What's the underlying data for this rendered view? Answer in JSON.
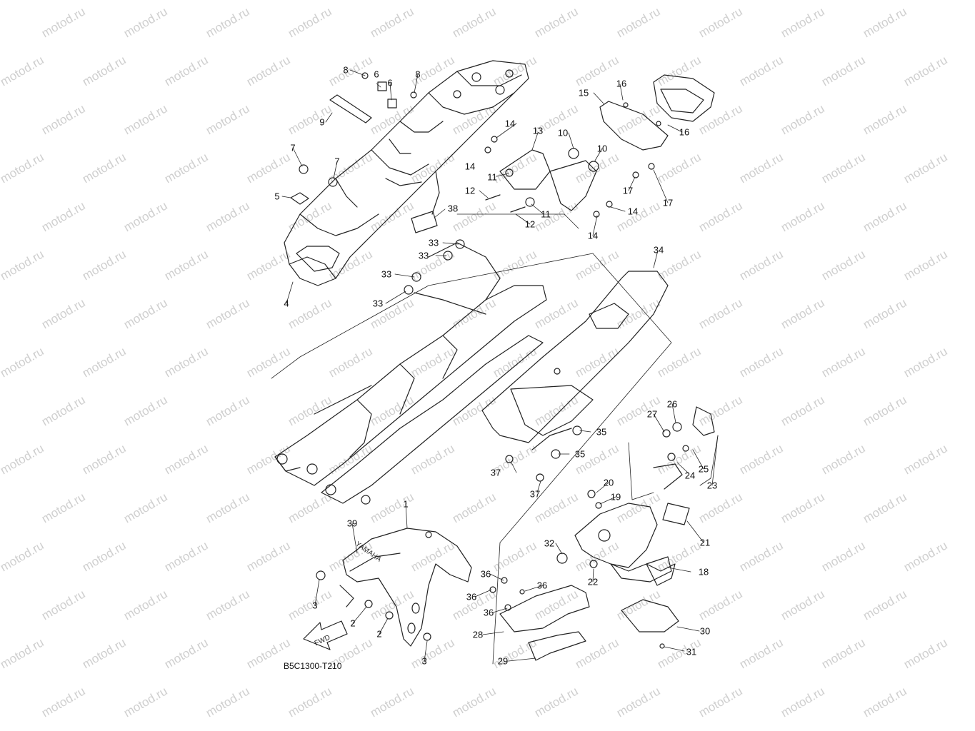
{
  "watermark": "motod.ru",
  "diagram_code": "B5C1300-T210",
  "fwd_label": "FWD",
  "brand_label": "YAMAHA",
  "callouts": [
    {
      "id": "c1",
      "text": "1"
    },
    {
      "id": "c2a",
      "text": "2"
    },
    {
      "id": "c2b",
      "text": "2"
    },
    {
      "id": "c3a",
      "text": "3"
    },
    {
      "id": "c3b",
      "text": "3"
    },
    {
      "id": "c4",
      "text": "4"
    },
    {
      "id": "c5",
      "text": "5"
    },
    {
      "id": "c6a",
      "text": "6"
    },
    {
      "id": "c6b",
      "text": "6"
    },
    {
      "id": "c7a",
      "text": "7"
    },
    {
      "id": "c7b",
      "text": "7"
    },
    {
      "id": "c8a",
      "text": "8"
    },
    {
      "id": "c8b",
      "text": "8"
    },
    {
      "id": "c9",
      "text": "9"
    },
    {
      "id": "c10a",
      "text": "10"
    },
    {
      "id": "c10b",
      "text": "10"
    },
    {
      "id": "c11a",
      "text": "11"
    },
    {
      "id": "c11b",
      "text": "11"
    },
    {
      "id": "c12a",
      "text": "12"
    },
    {
      "id": "c12b",
      "text": "12"
    },
    {
      "id": "c13",
      "text": "13"
    },
    {
      "id": "c14a",
      "text": "14"
    },
    {
      "id": "c14b",
      "text": "14"
    },
    {
      "id": "c14c",
      "text": "14"
    },
    {
      "id": "c14d",
      "text": "14"
    },
    {
      "id": "c15",
      "text": "15"
    },
    {
      "id": "c16a",
      "text": "16"
    },
    {
      "id": "c16b",
      "text": "16"
    },
    {
      "id": "c17a",
      "text": "17"
    },
    {
      "id": "c17b",
      "text": "17"
    },
    {
      "id": "c18",
      "text": "18"
    },
    {
      "id": "c19",
      "text": "19"
    },
    {
      "id": "c20",
      "text": "20"
    },
    {
      "id": "c21",
      "text": "21"
    },
    {
      "id": "c22",
      "text": "22"
    },
    {
      "id": "c23",
      "text": "23"
    },
    {
      "id": "c24",
      "text": "24"
    },
    {
      "id": "c25",
      "text": "25"
    },
    {
      "id": "c26",
      "text": "26"
    },
    {
      "id": "c27",
      "text": "27"
    },
    {
      "id": "c28",
      "text": "28"
    },
    {
      "id": "c29",
      "text": "29"
    },
    {
      "id": "c30",
      "text": "30"
    },
    {
      "id": "c31",
      "text": "31"
    },
    {
      "id": "c32",
      "text": "32"
    },
    {
      "id": "c33a",
      "text": "33"
    },
    {
      "id": "c33b",
      "text": "33"
    },
    {
      "id": "c33c",
      "text": "33"
    },
    {
      "id": "c33d",
      "text": "33"
    },
    {
      "id": "c34",
      "text": "34"
    },
    {
      "id": "c35a",
      "text": "35"
    },
    {
      "id": "c35b",
      "text": "35"
    },
    {
      "id": "c36a",
      "text": "36"
    },
    {
      "id": "c36b",
      "text": "36"
    },
    {
      "id": "c36c",
      "text": "36"
    },
    {
      "id": "c36d",
      "text": "36"
    },
    {
      "id": "c37a",
      "text": "37"
    },
    {
      "id": "c37b",
      "text": "37"
    },
    {
      "id": "c38",
      "text": "38"
    },
    {
      "id": "c39",
      "text": "39"
    }
  ]
}
